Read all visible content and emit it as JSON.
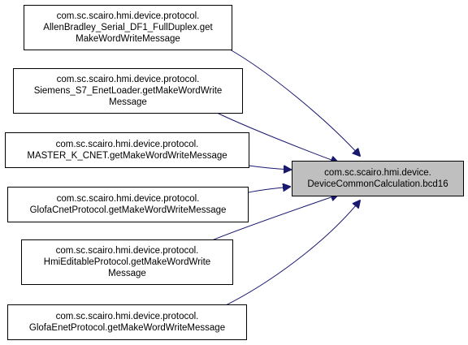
{
  "colors": {
    "edge": "#191970",
    "node_border": "#000000",
    "target_fill": "#bfbfbf",
    "node_fill": "#ffffff"
  },
  "nodes": {
    "n1": {
      "lines": [
        "com.sc.scairo.hmi.device.protocol.",
        "AllenBradley_Serial_DF1_FullDuplex.get",
        "MakeWordWriteMessage"
      ]
    },
    "n2": {
      "lines": [
        "com.sc.scairo.hmi.device.protocol.",
        "Siemens_S7_EnetLoader.getMakeWordWrite",
        "Message"
      ]
    },
    "n3": {
      "lines": [
        "com.sc.scairo.hmi.device.protocol.",
        "MASTER_K_CNET.getMakeWordWriteMessage"
      ]
    },
    "n4": {
      "lines": [
        "com.sc.scairo.hmi.device.protocol.",
        "GlofaCnetProtocol.getMakeWordWriteMessage"
      ]
    },
    "n5": {
      "lines": [
        "com.sc.scairo.hmi.device.protocol.",
        "HmiEditableProtocol.getMakeWordWrite",
        "Message"
      ]
    },
    "n6": {
      "lines": [
        "com.sc.scairo.hmi.device.protocol.",
        "GlofaEnetProtocol.getMakeWordWriteMessage"
      ]
    },
    "target": {
      "lines": [
        "com.sc.scairo.hmi.device.",
        "DeviceCommonCalculation.bcd16"
      ]
    }
  }
}
